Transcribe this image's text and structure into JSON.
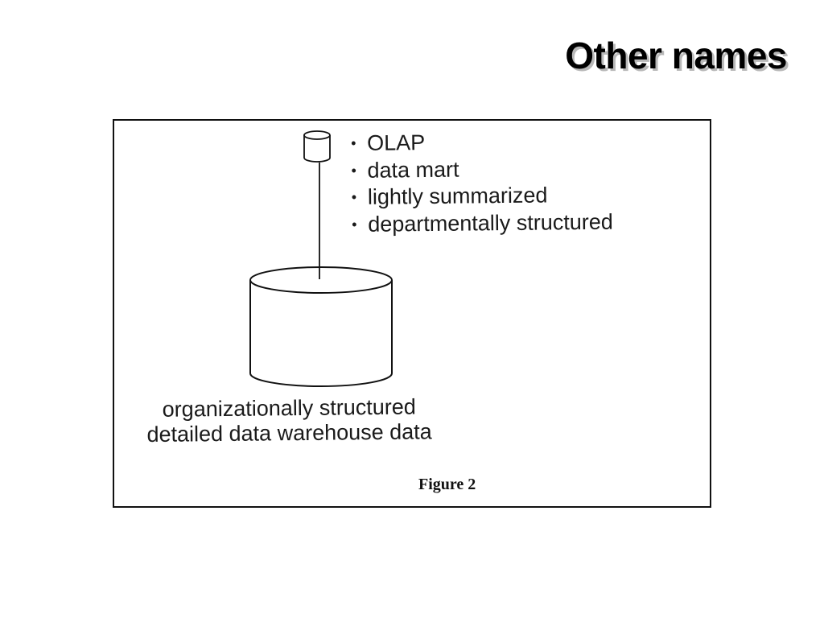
{
  "slide": {
    "title": "Other names"
  },
  "figure": {
    "bullets": [
      "OLAP",
      "data mart",
      "lightly summarized",
      "departmentally structured"
    ],
    "base_label_line1": "organizationally structured",
    "base_label_line2": "detailed data warehouse data",
    "caption": "Figure 2"
  }
}
